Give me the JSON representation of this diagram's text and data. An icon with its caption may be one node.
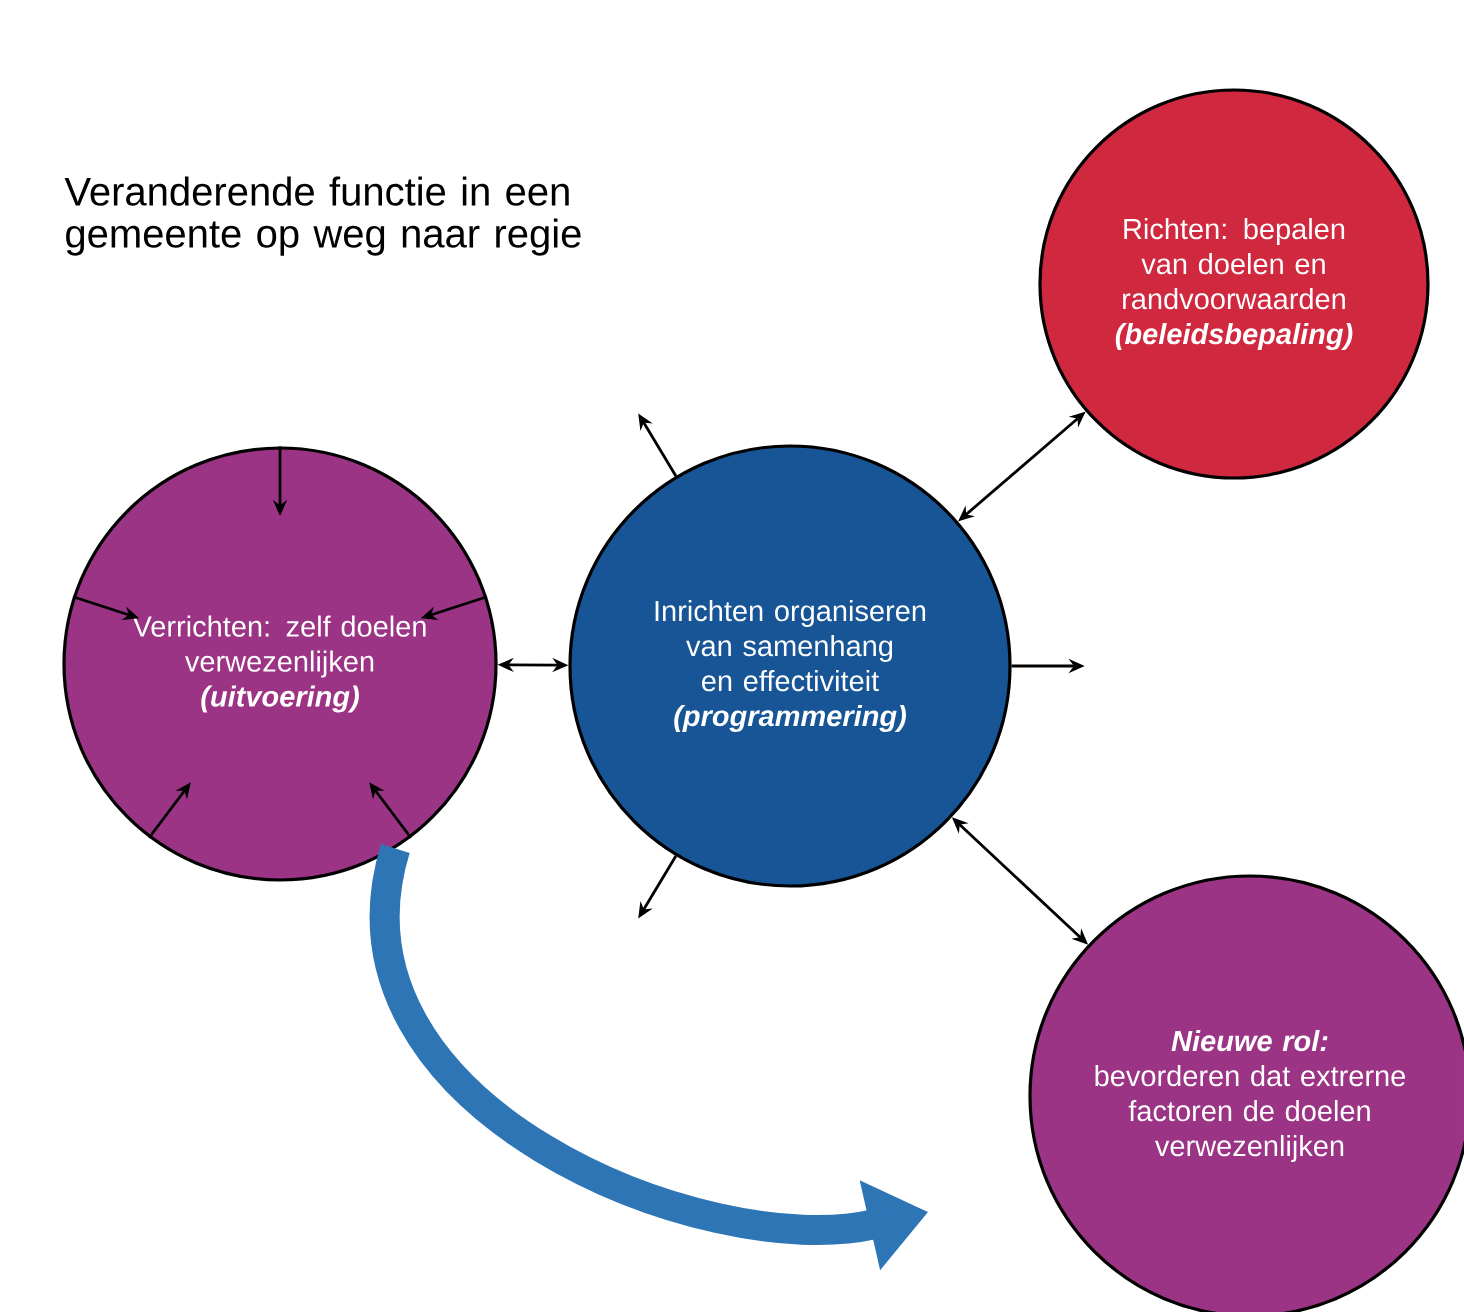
{
  "diagram": {
    "title": "Veranderende functie in een gemeente op weg naar regie",
    "nodes": [
      {
        "text": [
          "Richten: bepalen van doelen en randvoorwaarden",
          "(beleidsbepaling)"
        ]
      },
      {
        "text": [
          "Verrichten: zelf doelen verwezenlijken",
          "(uitvoering)"
        ]
      },
      {
        "text": [
          "Inrichten organiseren van samenhang en effectiviteit",
          "(programmering)"
        ]
      },
      {
        "text": [
          "Nieuwe rol:",
          "bevorderen dat extrerne factoren de doelen verwezenlijken"
        ]
      }
    ],
    "edges": [
      {
        "from": 1,
        "to": 2,
        "arrow": "both"
      },
      {
        "from": 2,
        "to": 0,
        "arrow": "both"
      },
      {
        "from": 2,
        "to": 3,
        "arrow": "both"
      },
      {
        "from": null,
        "to": 1,
        "arrow": "to"
      },
      {
        "from": null,
        "to": 1,
        "arrow": "to"
      },
      {
        "from": null,
        "to": 1,
        "arrow": "to"
      },
      {
        "from": null,
        "to": 1,
        "arrow": "to"
      },
      {
        "from": null,
        "to": 1,
        "arrow": "to"
      },
      {
        "from": 2,
        "to": null,
        "arrow": "to"
      },
      {
        "from": 2,
        "to": null,
        "arrow": "to"
      },
      {
        "from": 2,
        "to": null,
        "arrow": "to"
      },
      {
        "from": 1,
        "to": 3,
        "arrow": "to",
        "style": "thick",
        "color": "#2e75b6"
      }
    ]
  }
}
